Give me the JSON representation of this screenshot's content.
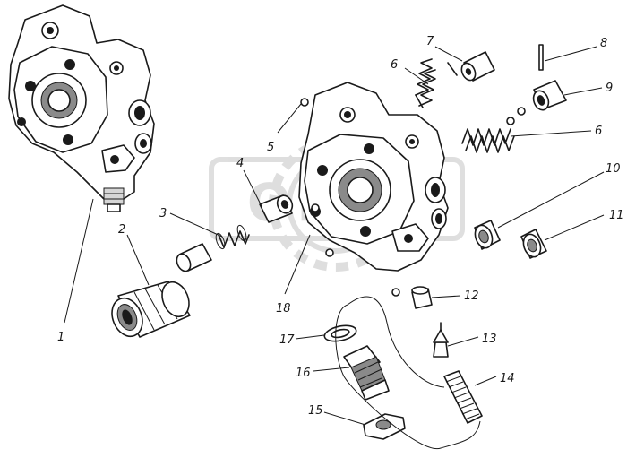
{
  "diagram": {
    "watermark_text": "OPEX",
    "parts": [
      {
        "label": "1"
      },
      {
        "label": "2"
      },
      {
        "label": "3"
      },
      {
        "label": "4"
      },
      {
        "label": "5"
      },
      {
        "label": "6"
      },
      {
        "label": "6"
      },
      {
        "label": "7"
      },
      {
        "label": "8"
      },
      {
        "label": "9"
      },
      {
        "label": "10"
      },
      {
        "label": "11"
      },
      {
        "label": "12"
      },
      {
        "label": "13"
      },
      {
        "label": "14"
      },
      {
        "label": "15"
      },
      {
        "label": "16"
      },
      {
        "label": "17"
      },
      {
        "label": "18"
      }
    ]
  }
}
